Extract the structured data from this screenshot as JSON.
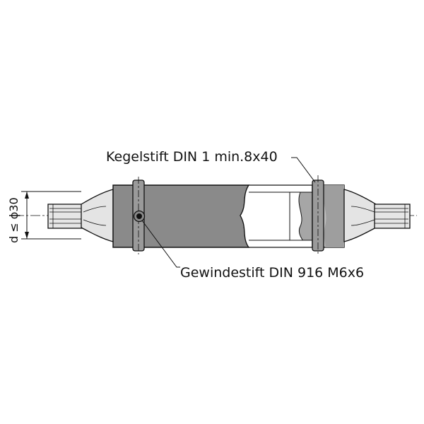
{
  "labels": {
    "taper_pin": "Kegelstift DIN 1 min.8x40",
    "set_screw": "Gewindestift DIN 916 M6x6",
    "diameter": "d ≤ ϕ30"
  },
  "colors": {
    "line": "#111111",
    "tube_fill": "#8a8a8a",
    "tube_light": "#bdbdbd",
    "inner_white": "#ffffff",
    "pin_fill": "#9a9a9a"
  }
}
